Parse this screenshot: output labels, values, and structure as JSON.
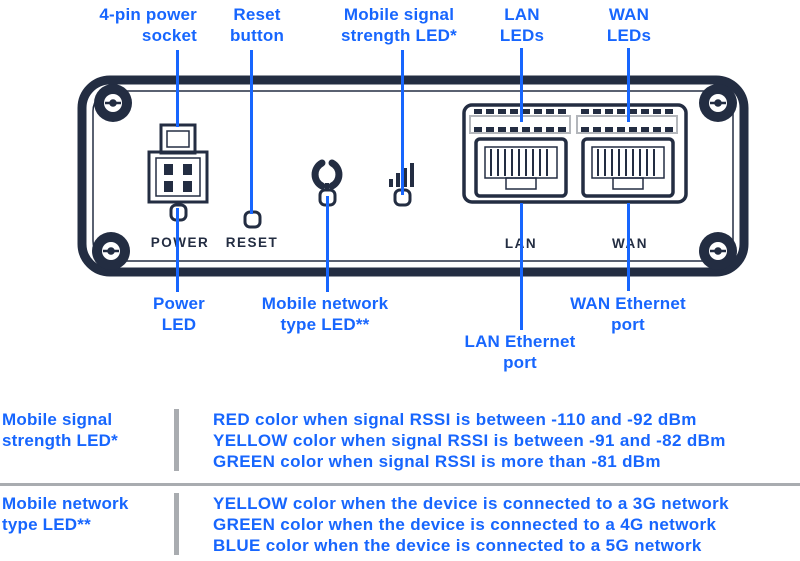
{
  "colors": {
    "navy": "#232D42",
    "blue": "#1766FE",
    "gray": "#A9ACB0",
    "strip_gray": "#B3B6BB",
    "bg": "#FFFFFF"
  },
  "labels": {
    "top": [
      {
        "text": "4-pin power\nsocket"
      },
      {
        "text": "Reset\nbutton"
      },
      {
        "text": "Mobile signal\nstrength LED*"
      },
      {
        "text": "LAN\nLEDs"
      },
      {
        "text": "WAN\nLEDs"
      }
    ],
    "bottom": [
      {
        "text": "Power\nLED"
      },
      {
        "text": "Mobile network\ntype LED**"
      },
      {
        "text": "LAN Ethernet\nport"
      },
      {
        "text": "WAN Ethernet\nport"
      }
    ]
  },
  "device": {
    "panel_labels": {
      "power": "POWER",
      "reset": "RESET",
      "lan": "LAN",
      "wan": "WAN"
    }
  },
  "icons": {
    "mobile_network_type": "antenna-waves-icon",
    "mobile_signal_strength": "signal-bars-icon",
    "corner_screws": "screw-icon",
    "power_socket": "4-pin-connector-icon",
    "ethernet": "rj45-port-icon"
  },
  "table": {
    "rows": [
      {
        "label": "Mobile signal\nstrength LED*",
        "lines": [
          "RED color when signal RSSI is between -110 and -92 dBm",
          "YELLOW color when signal RSSI is between -91 and -82 dBm",
          "GREEN color when signal RSSI is more than -81 dBm"
        ]
      },
      {
        "label": "Mobile network\ntype LED**",
        "lines": [
          "YELLOW color when the device is connected to a 3G network",
          "GREEN color when the device is connected to a 4G network",
          "BLUE color when the device is connected to a 5G network"
        ]
      }
    ]
  }
}
